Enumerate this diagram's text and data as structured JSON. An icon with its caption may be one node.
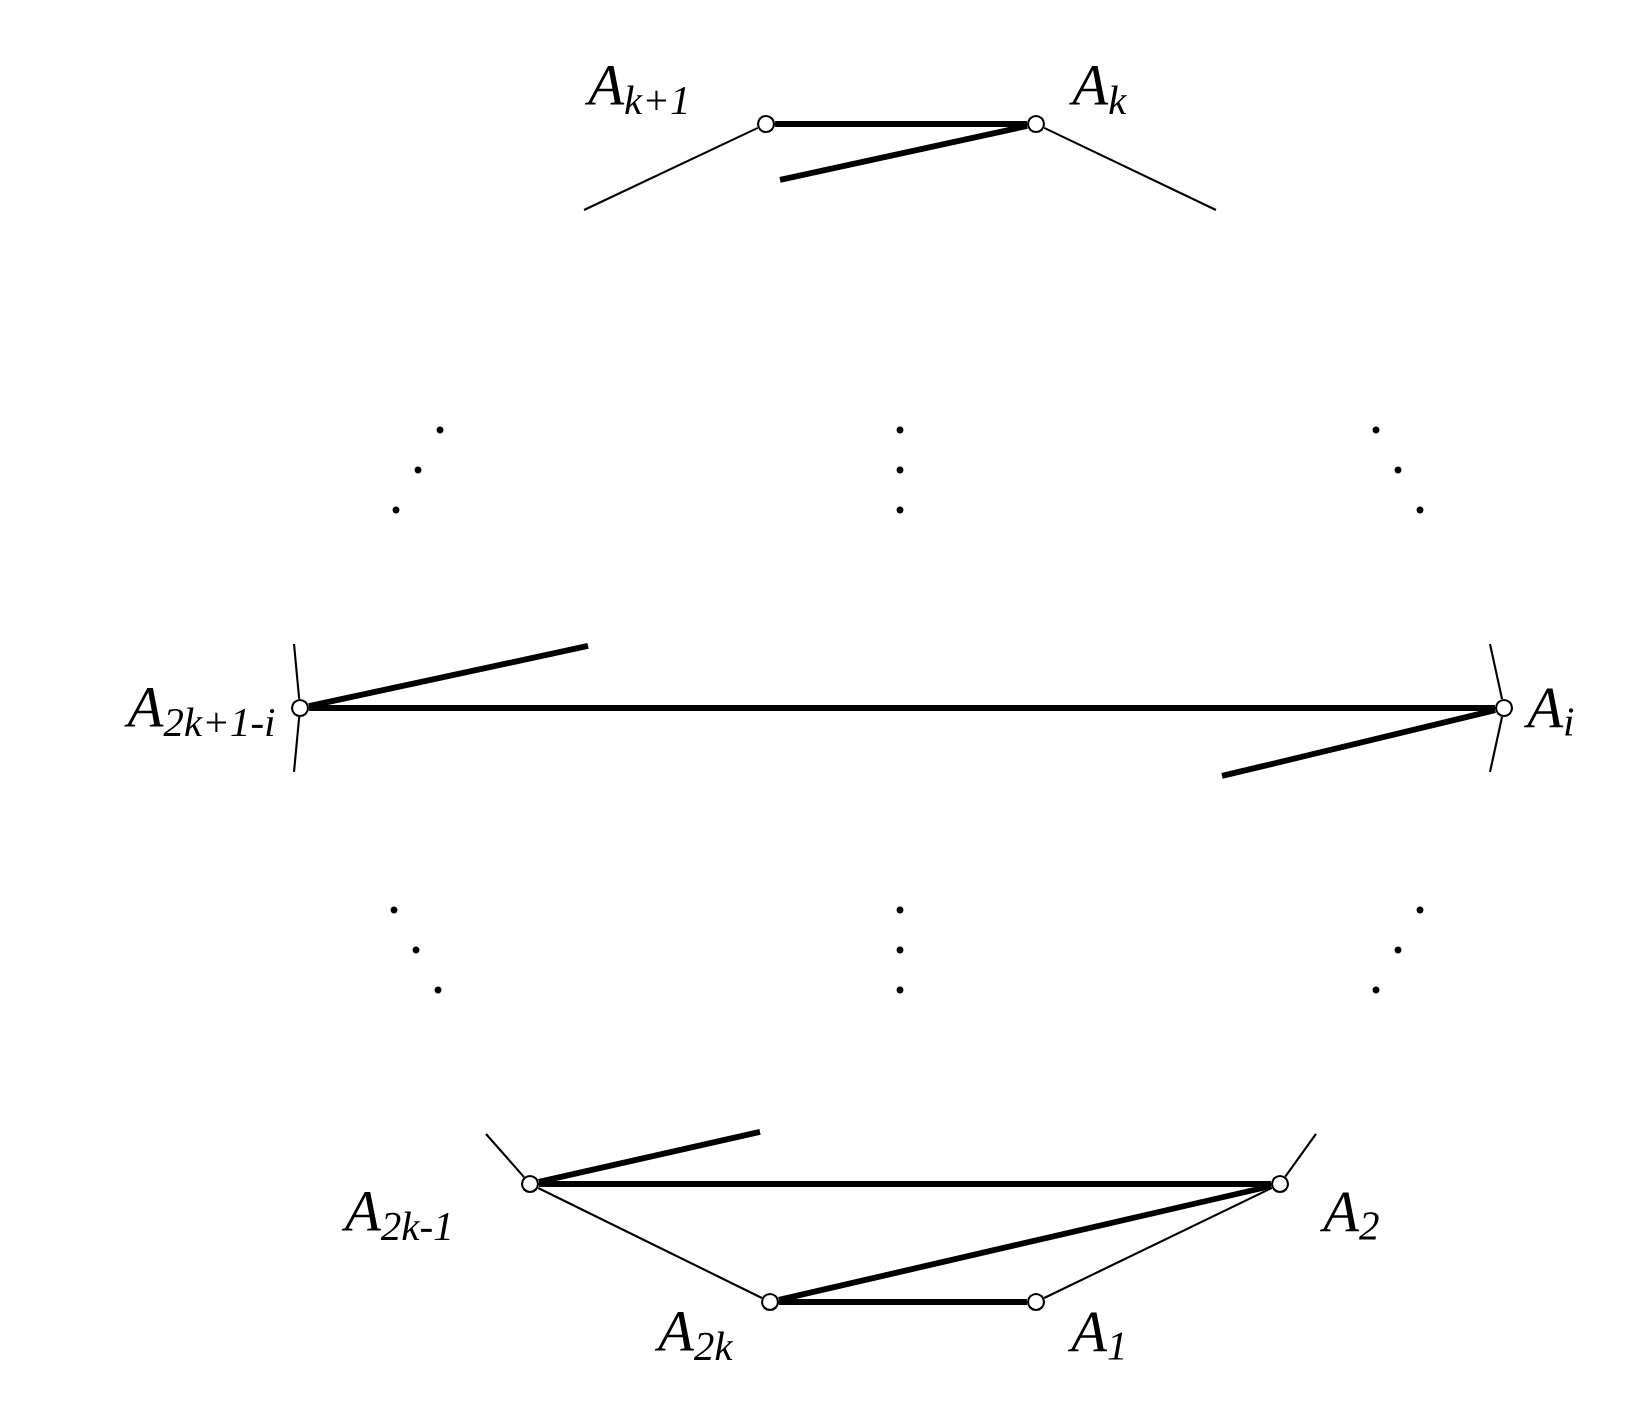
{
  "diagram": {
    "nodes": [
      {
        "text": [],
        "shape": "circle",
        "beside": [
          "A$_{k+1}$"
        ]
      },
      {
        "text": [],
        "shape": "circle",
        "beside": [
          "A$_{k}$"
        ]
      },
      {
        "text": [],
        "shape": "circle",
        "beside": [
          "A$_{2k+1-i}$"
        ]
      },
      {
        "text": [],
        "shape": "circle",
        "beside": [
          "A$_{i}$"
        ]
      },
      {
        "text": [],
        "shape": "circle",
        "beside": [
          "A$_{2k-1}$"
        ]
      },
      {
        "text": [],
        "shape": "circle",
        "beside": [
          "A$_{2}$"
        ]
      },
      {
        "text": [],
        "shape": "circle",
        "beside": [
          "A$_{2k}$"
        ]
      },
      {
        "text": [],
        "shape": "circle",
        "beside": [
          "A$_{1}$"
        ]
      }
    ],
    "edges": [
      {
        "from": 0,
        "to": 1,
        "arrow": "none",
        "style": "thick"
      },
      {
        "from": 1,
        "to": null,
        "arrow": "none",
        "style": "thick"
      },
      {
        "from": 0,
        "to": null,
        "arrow": "none"
      },
      {
        "from": 1,
        "to": null,
        "arrow": "none"
      },
      {
        "from": 2,
        "to": 3,
        "arrow": "none",
        "style": "thick"
      },
      {
        "from": 2,
        "to": null,
        "arrow": "none",
        "style": "thick"
      },
      {
        "from": 3,
        "to": null,
        "arrow": "none",
        "style": "thick"
      },
      {
        "from": 2,
        "to": null,
        "arrow": "none"
      },
      {
        "from": 2,
        "to": null,
        "arrow": "none"
      },
      {
        "from": 3,
        "to": null,
        "arrow": "none"
      },
      {
        "from": 3,
        "to": null,
        "arrow": "none"
      },
      {
        "from": 4,
        "to": 5,
        "arrow": "none",
        "style": "thick"
      },
      {
        "from": 4,
        "to": null,
        "arrow": "none",
        "style": "thick"
      },
      {
        "from": 4,
        "to": null,
        "arrow": "none"
      },
      {
        "from": 5,
        "to": null,
        "arrow": "none"
      },
      {
        "from": 4,
        "to": 6,
        "arrow": "none"
      },
      {
        "from": 5,
        "to": 6,
        "arrow": "none",
        "style": "thick"
      },
      {
        "from": 6,
        "to": 7,
        "arrow": "none",
        "style": "thick"
      },
      {
        "from": 7,
        "to": 5,
        "arrow": "none"
      }
    ]
  }
}
